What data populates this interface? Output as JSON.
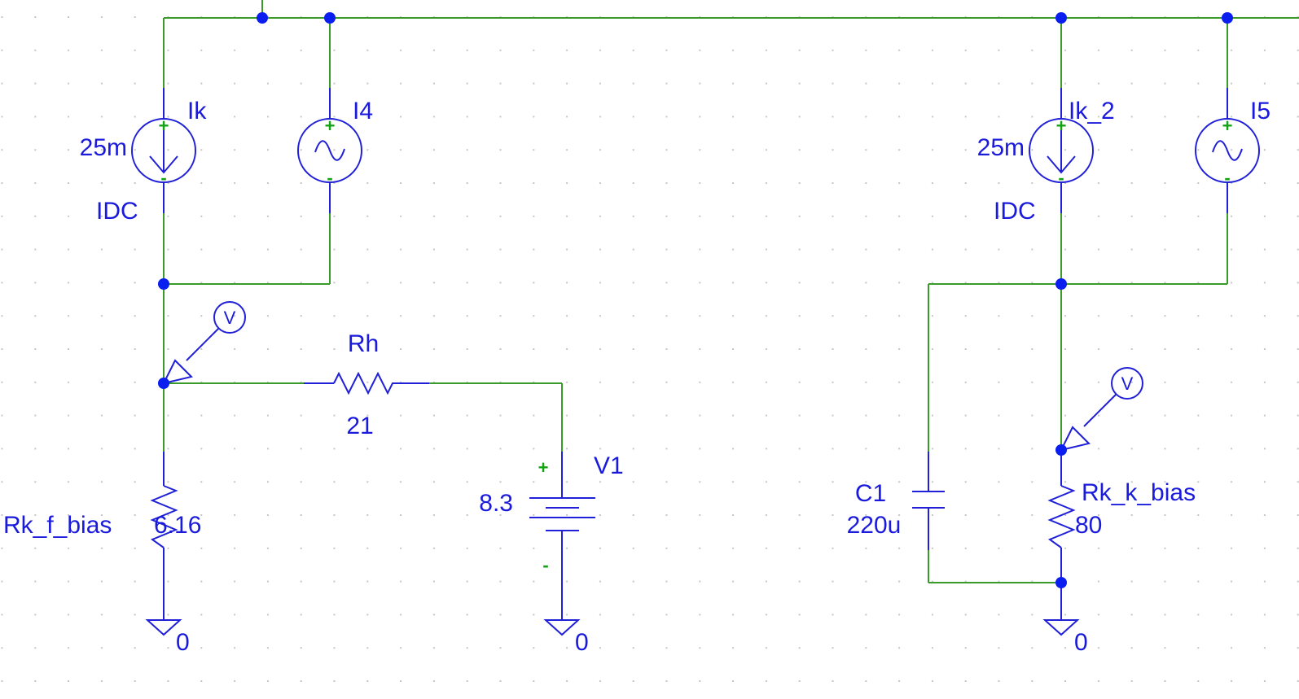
{
  "colors": {
    "wire": "#3a9a2a",
    "component": "#2020d8",
    "junction": "#0a1ef0",
    "text": "#1a1adc",
    "pin_mark": "#12a312",
    "grid_dot": "#c6c6c6",
    "background": "#ffffff"
  },
  "left_section": {
    "Ik": {
      "name": "Ik",
      "value": "25m",
      "type_label": "IDC",
      "icon": "dc-current-source-icon"
    },
    "I4": {
      "name": "I4",
      "icon": "ac-current-source-icon"
    },
    "Rh": {
      "name": "Rh",
      "value": "21",
      "icon": "resistor-icon"
    },
    "V1": {
      "name": "V1",
      "value": "8.3",
      "icon": "battery-icon"
    },
    "Rk_f_bias": {
      "name": "Rk_f_bias",
      "value": "6.16",
      "icon": "resistor-icon"
    },
    "probe": {
      "label": "V",
      "icon": "voltage-probe-icon"
    },
    "ground_left": {
      "label": "0",
      "icon": "ground-icon"
    },
    "ground_v1": {
      "label": "0",
      "icon": "ground-icon"
    }
  },
  "right_section": {
    "Ik_2": {
      "name": "Ik_2",
      "value": "25m",
      "type_label": "IDC",
      "icon": "dc-current-source-icon"
    },
    "I5": {
      "name": "I5",
      "icon": "ac-current-source-icon"
    },
    "C1": {
      "name": "C1",
      "value": "220u",
      "icon": "capacitor-icon"
    },
    "Rk_k_bias": {
      "name": "Rk_k_bias",
      "value": "80",
      "icon": "resistor-icon"
    },
    "probe": {
      "label": "V",
      "icon": "voltage-probe-icon"
    },
    "ground_right": {
      "label": "0",
      "icon": "ground-icon"
    }
  },
  "pin_marks": {
    "plus": "+",
    "minus": "-"
  }
}
